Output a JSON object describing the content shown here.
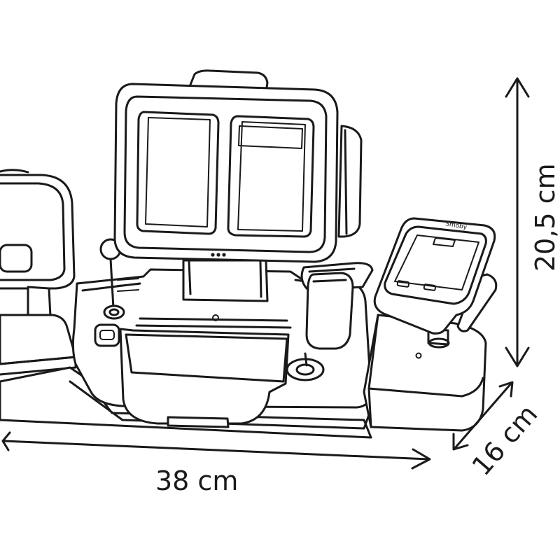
{
  "dimensions": {
    "width": "38 cm",
    "height": "20,5 cm",
    "depth": "16 cm"
  },
  "terminal_brand": "Smoby",
  "colors": {
    "line": "#1a1a1a",
    "background": "#ffffff"
  }
}
